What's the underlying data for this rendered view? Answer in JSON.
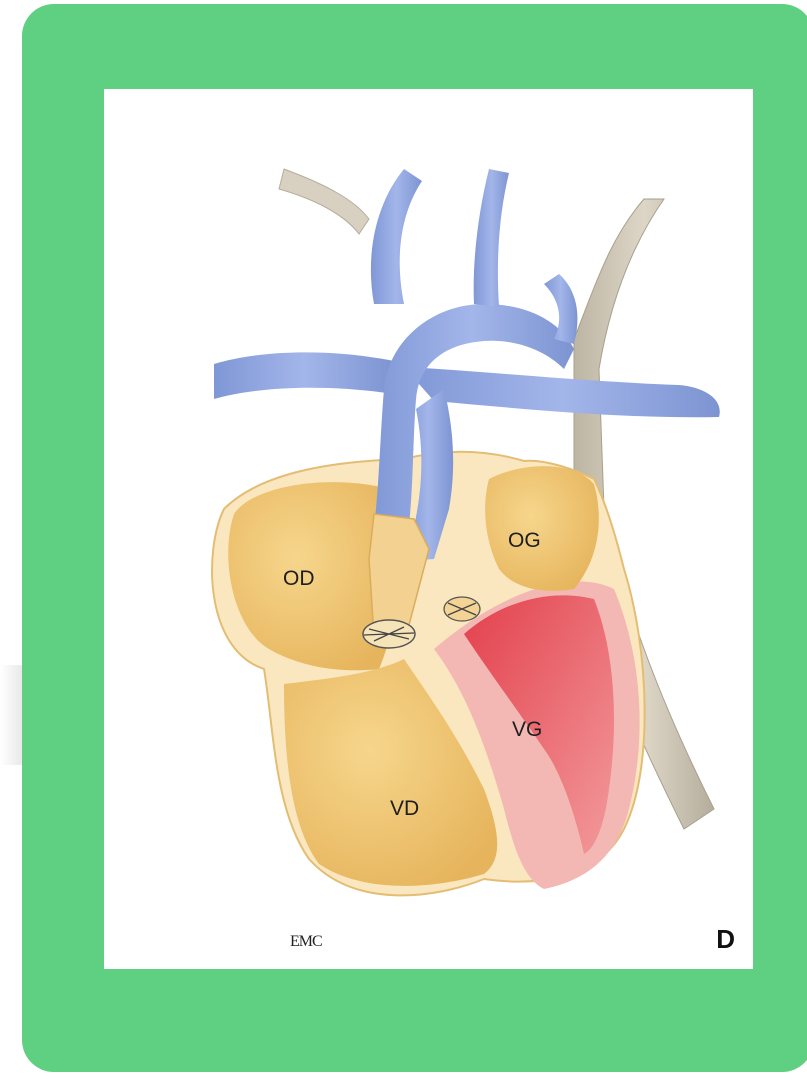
{
  "colors": {
    "frame_green": "#5fcf82",
    "vessel_blue": "#8fa6e0",
    "right_chamber_yellow": "#f0c874",
    "left_ventricle_red": "#e86a72",
    "myocardium_pink": "#f4b8b4",
    "descending_vessel_gray": "#cfc7b6"
  },
  "labels": {
    "od": "OD",
    "og": "OG",
    "vg": "VG",
    "vd": "VD"
  },
  "panel_letter": "D",
  "signature": "EMC"
}
